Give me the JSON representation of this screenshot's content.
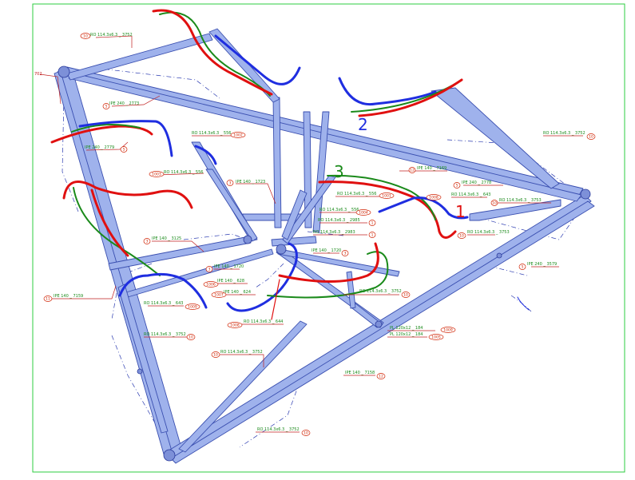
{
  "colors": {
    "frame": "#2ecc40",
    "member_fill": "#9fb2ec",
    "member_edge": "#3a4fb0",
    "leader": "#c02020",
    "label_text": "#1a8a1a",
    "tag_ring": "#d02000",
    "curve_red": "#e01010",
    "curve_green": "#1a8a1a",
    "curve_blue": "#1f2ee0",
    "dash": "#2a3ab0"
  },
  "tags": {
    "t10": "10",
    "t11": "11",
    "t12": "12",
    "t5": "5",
    "t3": "3",
    "t1": "1",
    "t1001": "1001",
    "t1002": "1002",
    "t1003": "1003",
    "t1004": "1004",
    "t1005": "1005",
    "t1006": "1006",
    "t1007": "1007",
    "t1008": "1008",
    "t1009": "1009"
  },
  "labels": {
    "ro3752": "RO 114.3x6.3 _ 3752",
    "ro3753": "RO 114.3x6.3 _ 3753",
    "ro556": "RO 114.3x6.3 _ 556",
    "ro643": "RO 114.3x6.3 _ 643",
    "ro644": "RO 114.3x6.3 _ 644",
    "ro2983": "RO 114.3x6.3 _ 2983",
    "ro2985": "RO 114.3x6.3 _ 2985",
    "ipe240_2773": "IPE 240 _ 2773",
    "ipe240_2778": "IPE 240 _ 2778",
    "ipe240_2779": "IPE 240 _ 2779",
    "ipe240_3579": "IPE 240 _ 3579",
    "ipe140_7159": "IPE 140 _ 7159",
    "ipe140_7158": "IPE 140 _ 7158",
    "ipe140_1723": "IPE 140 _ 1723",
    "ipe140_1720": "IPE 140 _ 1720",
    "ipe140_3125": "IPE 140 _ 3125",
    "ipe140_7169": "IPE 140 _ 7169",
    "ipe140_628": "IPE 140 _ 628",
    "ipe140_624": "IPE 140 _ 624",
    "pl_184a": "PL 120x12 _ 184",
    "pl_184b": "PL 120x12 _ 184",
    "edge_num": "702"
  },
  "markers": {
    "n1": "1",
    "n2": "2",
    "n3": "3"
  }
}
